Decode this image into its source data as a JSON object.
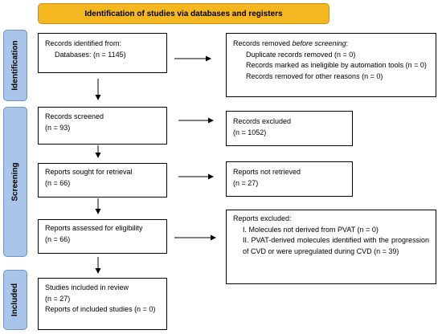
{
  "header": {
    "title": "Identification of studies via databases and registers"
  },
  "phases": {
    "identification": "Identification",
    "screening": "Screening",
    "included": "Included"
  },
  "boxes": {
    "identified": {
      "line1": "Records identified from:",
      "line2": "Databases: (n = 1145)"
    },
    "removed": {
      "title_prefix": "Records removed ",
      "title_em": "before screening",
      "title_suffix": ":",
      "item1": "Duplicate records removed (n = 0)",
      "item2": "Records marked as ineligible by automation tools (n = 0)",
      "item3": "Records removed for other reasons (n = 0)"
    },
    "screened": {
      "line1": "Records screened",
      "line2": "(n = 93)"
    },
    "excluded": {
      "line1": "Records excluded",
      "line2": "(n = 1052)"
    },
    "sought": {
      "line1": "Reports sought for retrieval",
      "line2": "(n = 66)"
    },
    "not_retrieved": {
      "line1": "Reports not retrieved",
      "line2": "(n = 27)"
    },
    "assessed": {
      "line1": "Reports assessed for eligibility",
      "line2": "(n = 66)"
    },
    "reports_excluded": {
      "title": "Reports excluded:",
      "item1": "I. Molecules not derived from PVAT (n = 0)",
      "item2": "II. PVAT-derived molecules identified with the progression of CVD or were upregulated during CVD (n = 39)"
    },
    "included": {
      "line1": "Studies included in review",
      "line2": "(n = 27)",
      "line3": "Reports of included studies (n = 0)"
    }
  },
  "colors": {
    "header": "#f5b720",
    "phase": "#a9c5ea"
  }
}
